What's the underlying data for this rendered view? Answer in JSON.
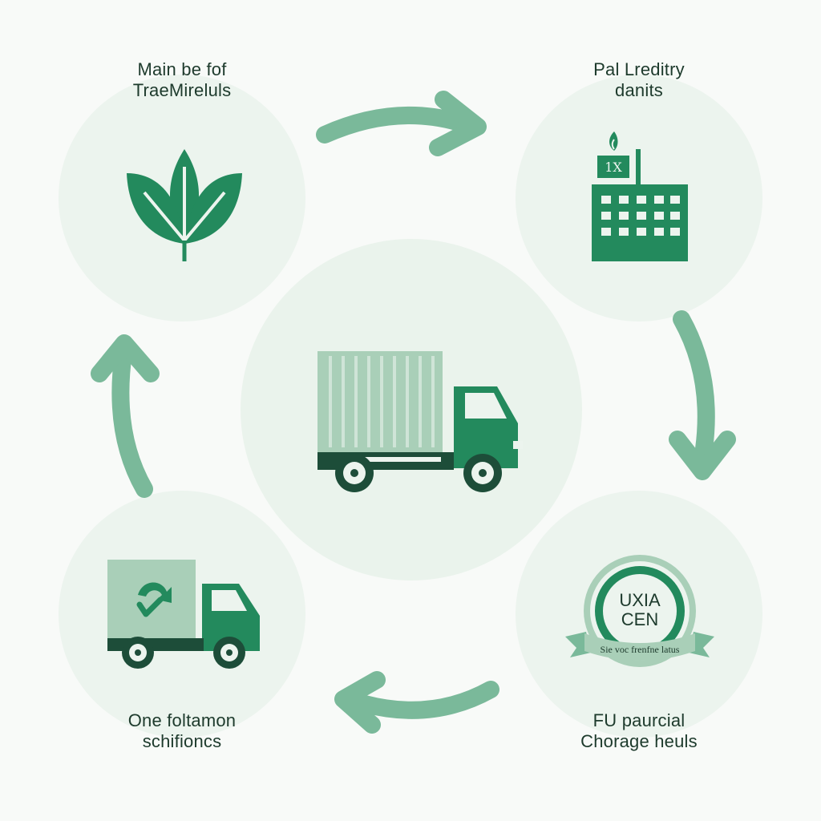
{
  "colors": {
    "background": "#f8faf8",
    "circle_fill": "#ecf4ee",
    "primary_green": "#238a5d",
    "light_green": "#a9cfb8",
    "arrow_green": "#7ab99a",
    "text": "#1d3a2c"
  },
  "nodes": {
    "top_left": {
      "line1": "Main be fof",
      "line2": "TraeMireluls",
      "icon": "leaf-icon"
    },
    "top_right": {
      "line1": "Pal Lreditry",
      "line2": "danits",
      "icon": "factory-icon",
      "sign_text": "1X"
    },
    "center": {
      "icon": "container-truck-icon"
    },
    "bottom_left": {
      "line1": "One foltamon",
      "line2": "schifioncs",
      "icon": "recycle-truck-icon"
    },
    "bottom_right": {
      "line1": "FU paurcial",
      "line2": "Chorage heuls",
      "icon": "certification-badge-icon",
      "badge_line1": "UXIA",
      "badge_line2": "CEN",
      "ribbon_text": "Sie voc frenfne latus"
    }
  },
  "arrows": [
    "arrow-top-right",
    "arrow-right-down",
    "arrow-bottom-left",
    "arrow-left-up"
  ]
}
